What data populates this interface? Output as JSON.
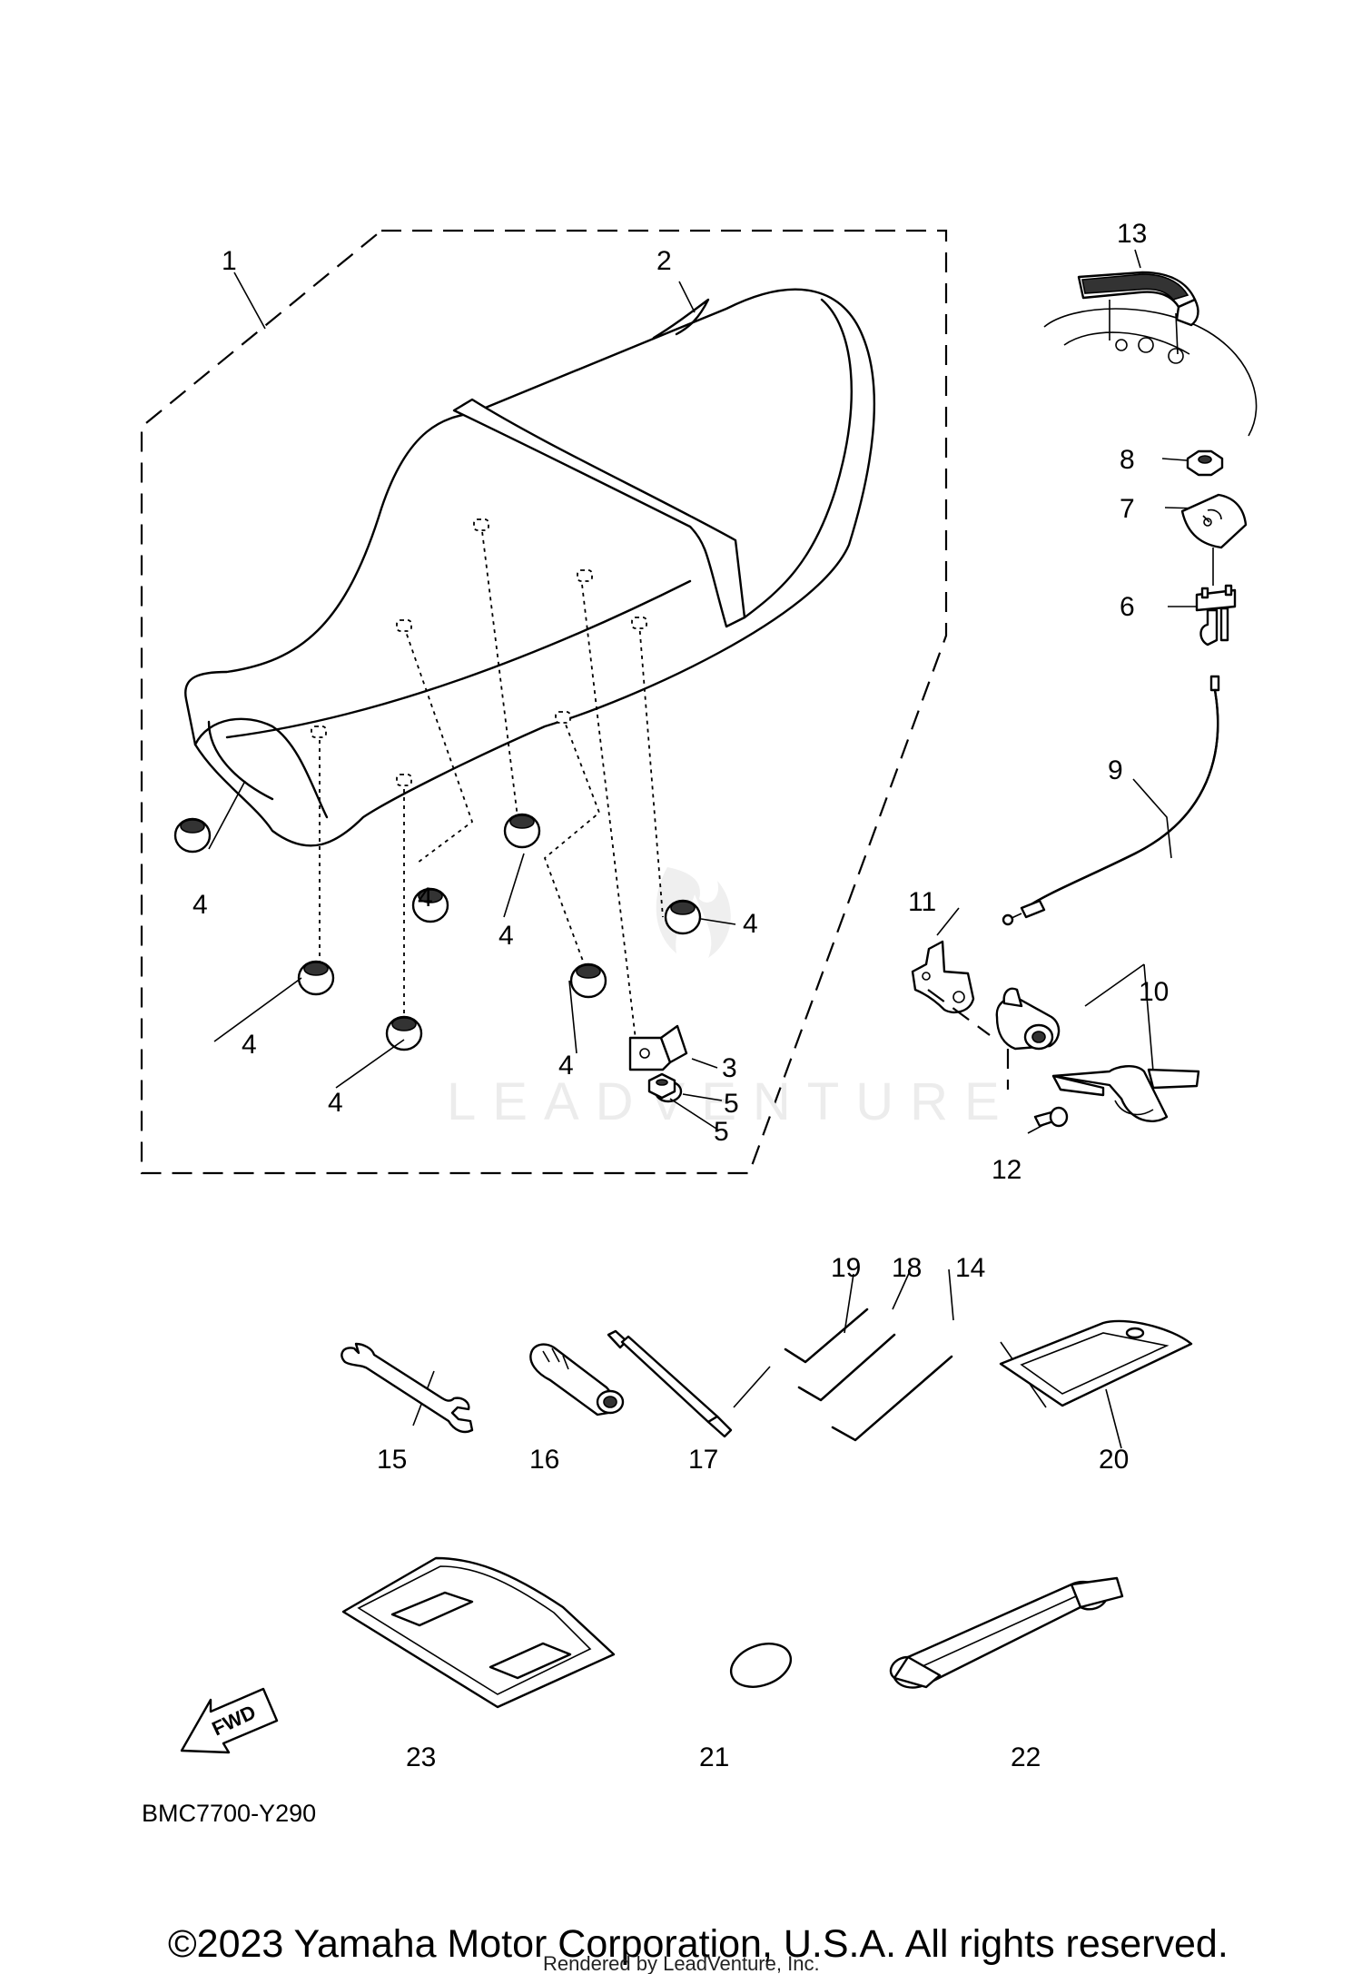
{
  "diagram_code": "BMC7700-Y290",
  "fwd_label": "FWD",
  "watermark": "LEADVENTURE",
  "copyright": "©2023 Yamaha Motor Corporation, U.S.A. All rights reserved.",
  "rendered_by": "Rendered by LeadVenture, Inc.",
  "callouts": [
    {
      "id": "c1",
      "label": "1"
    },
    {
      "id": "c2",
      "label": "2"
    },
    {
      "id": "c3",
      "label": "3"
    },
    {
      "id": "c4a",
      "label": "4"
    },
    {
      "id": "c4b",
      "label": "4"
    },
    {
      "id": "c4c",
      "label": "4"
    },
    {
      "id": "c4d",
      "label": "4"
    },
    {
      "id": "c4e",
      "label": "4"
    },
    {
      "id": "c4f",
      "label": "4"
    },
    {
      "id": "c4g",
      "label": "4"
    },
    {
      "id": "c5a",
      "label": "5"
    },
    {
      "id": "c5b",
      "label": "5"
    },
    {
      "id": "c6",
      "label": "6"
    },
    {
      "id": "c7",
      "label": "7"
    },
    {
      "id": "c8",
      "label": "8"
    },
    {
      "id": "c9",
      "label": "9"
    },
    {
      "id": "c10",
      "label": "10"
    },
    {
      "id": "c11",
      "label": "11"
    },
    {
      "id": "c12",
      "label": "12"
    },
    {
      "id": "c13",
      "label": "13"
    },
    {
      "id": "c14",
      "label": "14"
    },
    {
      "id": "c15",
      "label": "15"
    },
    {
      "id": "c16",
      "label": "16"
    },
    {
      "id": "c17",
      "label": "17"
    },
    {
      "id": "c18",
      "label": "18"
    },
    {
      "id": "c19",
      "label": "19"
    },
    {
      "id": "c20",
      "label": "20"
    },
    {
      "id": "c21",
      "label": "21"
    },
    {
      "id": "c22",
      "label": "22"
    },
    {
      "id": "c23",
      "label": "23"
    }
  ]
}
